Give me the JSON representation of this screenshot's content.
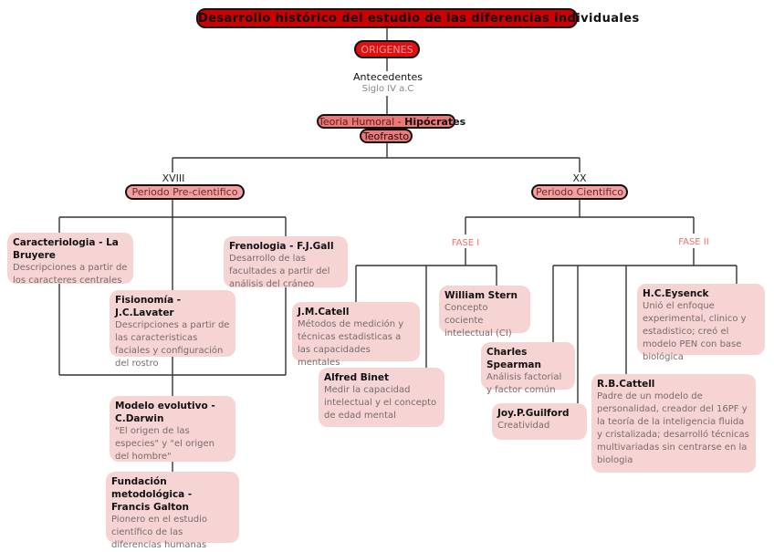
{
  "title": "Desarrollo histórico del estudio de las diferencias individuales",
  "origins": "ORIGENES",
  "antecedents": {
    "label": "Antecedentes",
    "sub": "Siglo IV a.C"
  },
  "humoral": {
    "prefix": "Teoria Humoral - ",
    "author": "Hipócrates"
  },
  "teofrasto": "Teofrasto",
  "pre_scientific": {
    "century": "XVIII",
    "label": "Periodo Pre-cientifico",
    "nodes": [
      {
        "title": "Caracteriologia - La Bruyere",
        "desc": "Descripciones a partir de los caracteres centrales"
      },
      {
        "title": "Frenologia - F.J.Gall",
        "desc": "Desarrollo de las facultades a partir del análisis del cráneo"
      },
      {
        "title": "Fisionomía - J.C.Lavater",
        "desc": "Descripciones a partir de las caracteristicas faciales y configuración del rostro"
      },
      {
        "title": "Modelo evolutivo - C.Darwin",
        "desc": "\"El origen de las especies\" y \"el origen del hombre\""
      },
      {
        "title": "Fundación metodológica - Francis Galton",
        "desc": "Pionero en el estudio científico de las diferencias humanas"
      }
    ]
  },
  "scientific": {
    "century": "XX",
    "label": "Periodo Cientifico",
    "phase1": {
      "label": "FASE I",
      "nodes": [
        {
          "title": "J.M.Catell",
          "desc": "Métodos de medición y técnicas estadisticas a las capacidades mentales"
        },
        {
          "title": "Alfred Binet",
          "desc": "Medir la capacidad intelectual y el concepto de edad mental"
        },
        {
          "title": "William Stern",
          "desc": "Concepto cociente intelectual (CI)"
        }
      ]
    },
    "phase2": {
      "label": "FASE II",
      "nodes": [
        {
          "title": "Charles Spearman",
          "desc": "Análisis factorial y factor común"
        },
        {
          "title": "Joy.P.Guilford",
          "desc": "Creatividad"
        },
        {
          "title": "R.B.Cattell",
          "desc": "Padre de un modelo de personalidad, creador del 16PF y la teoría de la inteligencia fluida y cristalizada; desarrolló técnicas multivariadas sin centrarse en la biologia"
        },
        {
          "title": "H.C.Eysenck",
          "desc": "Unió el enfoque experimental, clinico y estadistico; creó el modelo PEN con base biológica"
        }
      ]
    }
  },
  "colors": {
    "title_fill": "#cc0000",
    "origins_fill": "#dd1111",
    "humoral_fill": "#ee7777",
    "period_fill": "#f4a0a0",
    "node_fill": "#f6d4d4",
    "phase_text": "#f07070"
  }
}
